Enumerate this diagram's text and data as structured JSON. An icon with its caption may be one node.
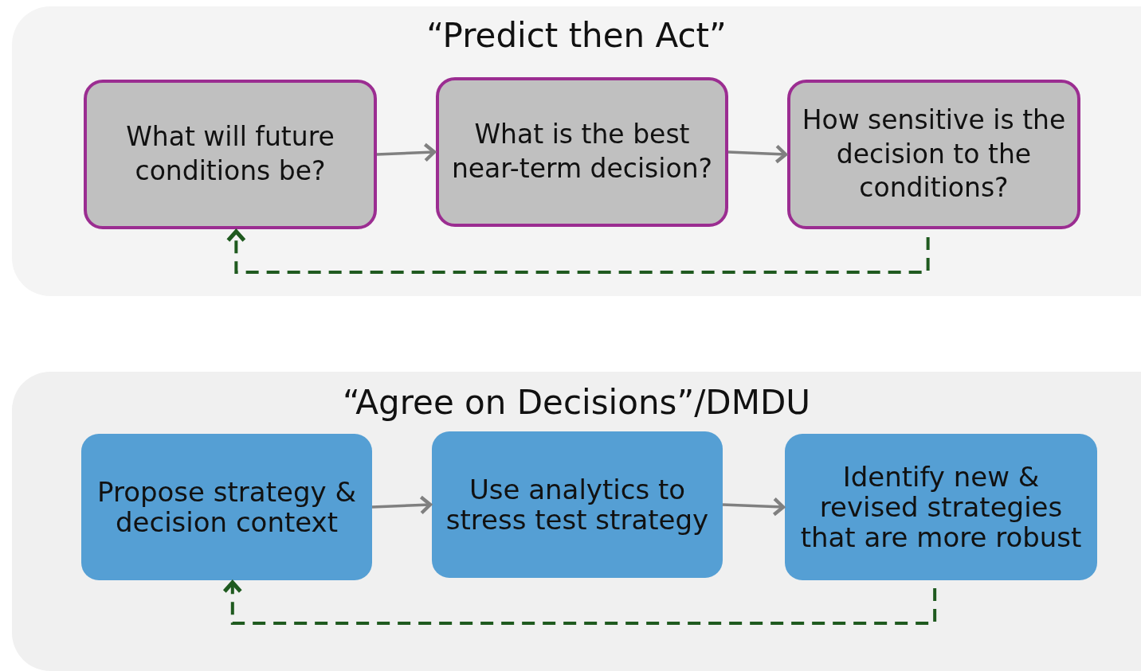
{
  "diagram": {
    "nodes": [
      {
        "text": [
          "“Predict then Act”"
        ]
      },
      {
        "text": [
          "What will future conditions be?"
        ],
        "in": 0
      },
      {
        "text": [
          "What is the best near-term decision?"
        ],
        "in": 0
      },
      {
        "text": [
          "How sensitive is the decision to the conditions?"
        ],
        "in": 0
      },
      {
        "text": [
          "“Agree on Decisions”/DMDU"
        ]
      },
      {
        "text": [
          "Propose strategy & decision context"
        ],
        "in": 4
      },
      {
        "text": [
          "Use analytics to stress test strategy"
        ],
        "in": 4
      },
      {
        "text": [
          "Identify new & revised strategies that are more robust"
        ],
        "in": 4
      }
    ],
    "edges": [
      {
        "from": 1,
        "to": 2,
        "arrow": "to"
      },
      {
        "from": 2,
        "to": 3,
        "arrow": "to"
      },
      {
        "from": 3,
        "to": 1,
        "arrow": "to",
        "style": "dashed",
        "color": "#1f5a1f"
      },
      {
        "from": 5,
        "to": 6,
        "arrow": "to"
      },
      {
        "from": 6,
        "to": 7,
        "arrow": "to"
      },
      {
        "from": 7,
        "to": 5,
        "arrow": "to",
        "style": "dashed",
        "color": "#1f5a1f"
      }
    ]
  }
}
